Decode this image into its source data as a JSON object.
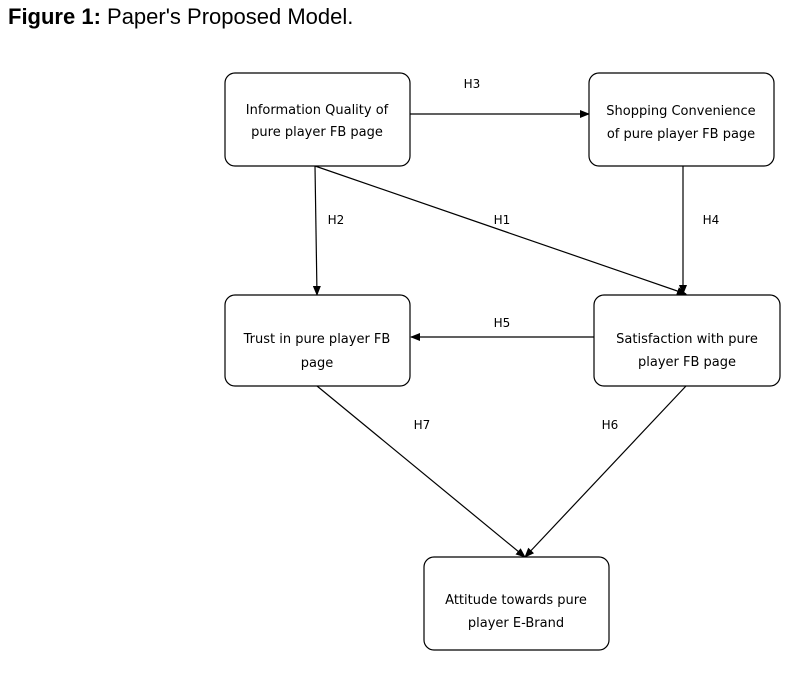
{
  "caption": {
    "label": "Figure 1:",
    "text": " Paper's Proposed Model."
  },
  "nodes": {
    "info_quality": {
      "line1": "Information Quality of",
      "line2": "pure player FB page"
    },
    "shopping_convenience": {
      "line1": "Shopping Convenience",
      "line2": "of pure player FB page"
    },
    "trust": {
      "line1": "Trust in pure player FB",
      "line2": "page"
    },
    "satisfaction": {
      "line1": "Satisfaction with pure",
      "line2": "player FB page"
    },
    "attitude": {
      "line1": "Attitude towards pure",
      "line2": "player E-Brand"
    }
  },
  "edges": {
    "h1": "H1",
    "h2": "H2",
    "h3": "H3",
    "h4": "H4",
    "h5": "H5",
    "h6": "H6",
    "h7": "H7"
  }
}
